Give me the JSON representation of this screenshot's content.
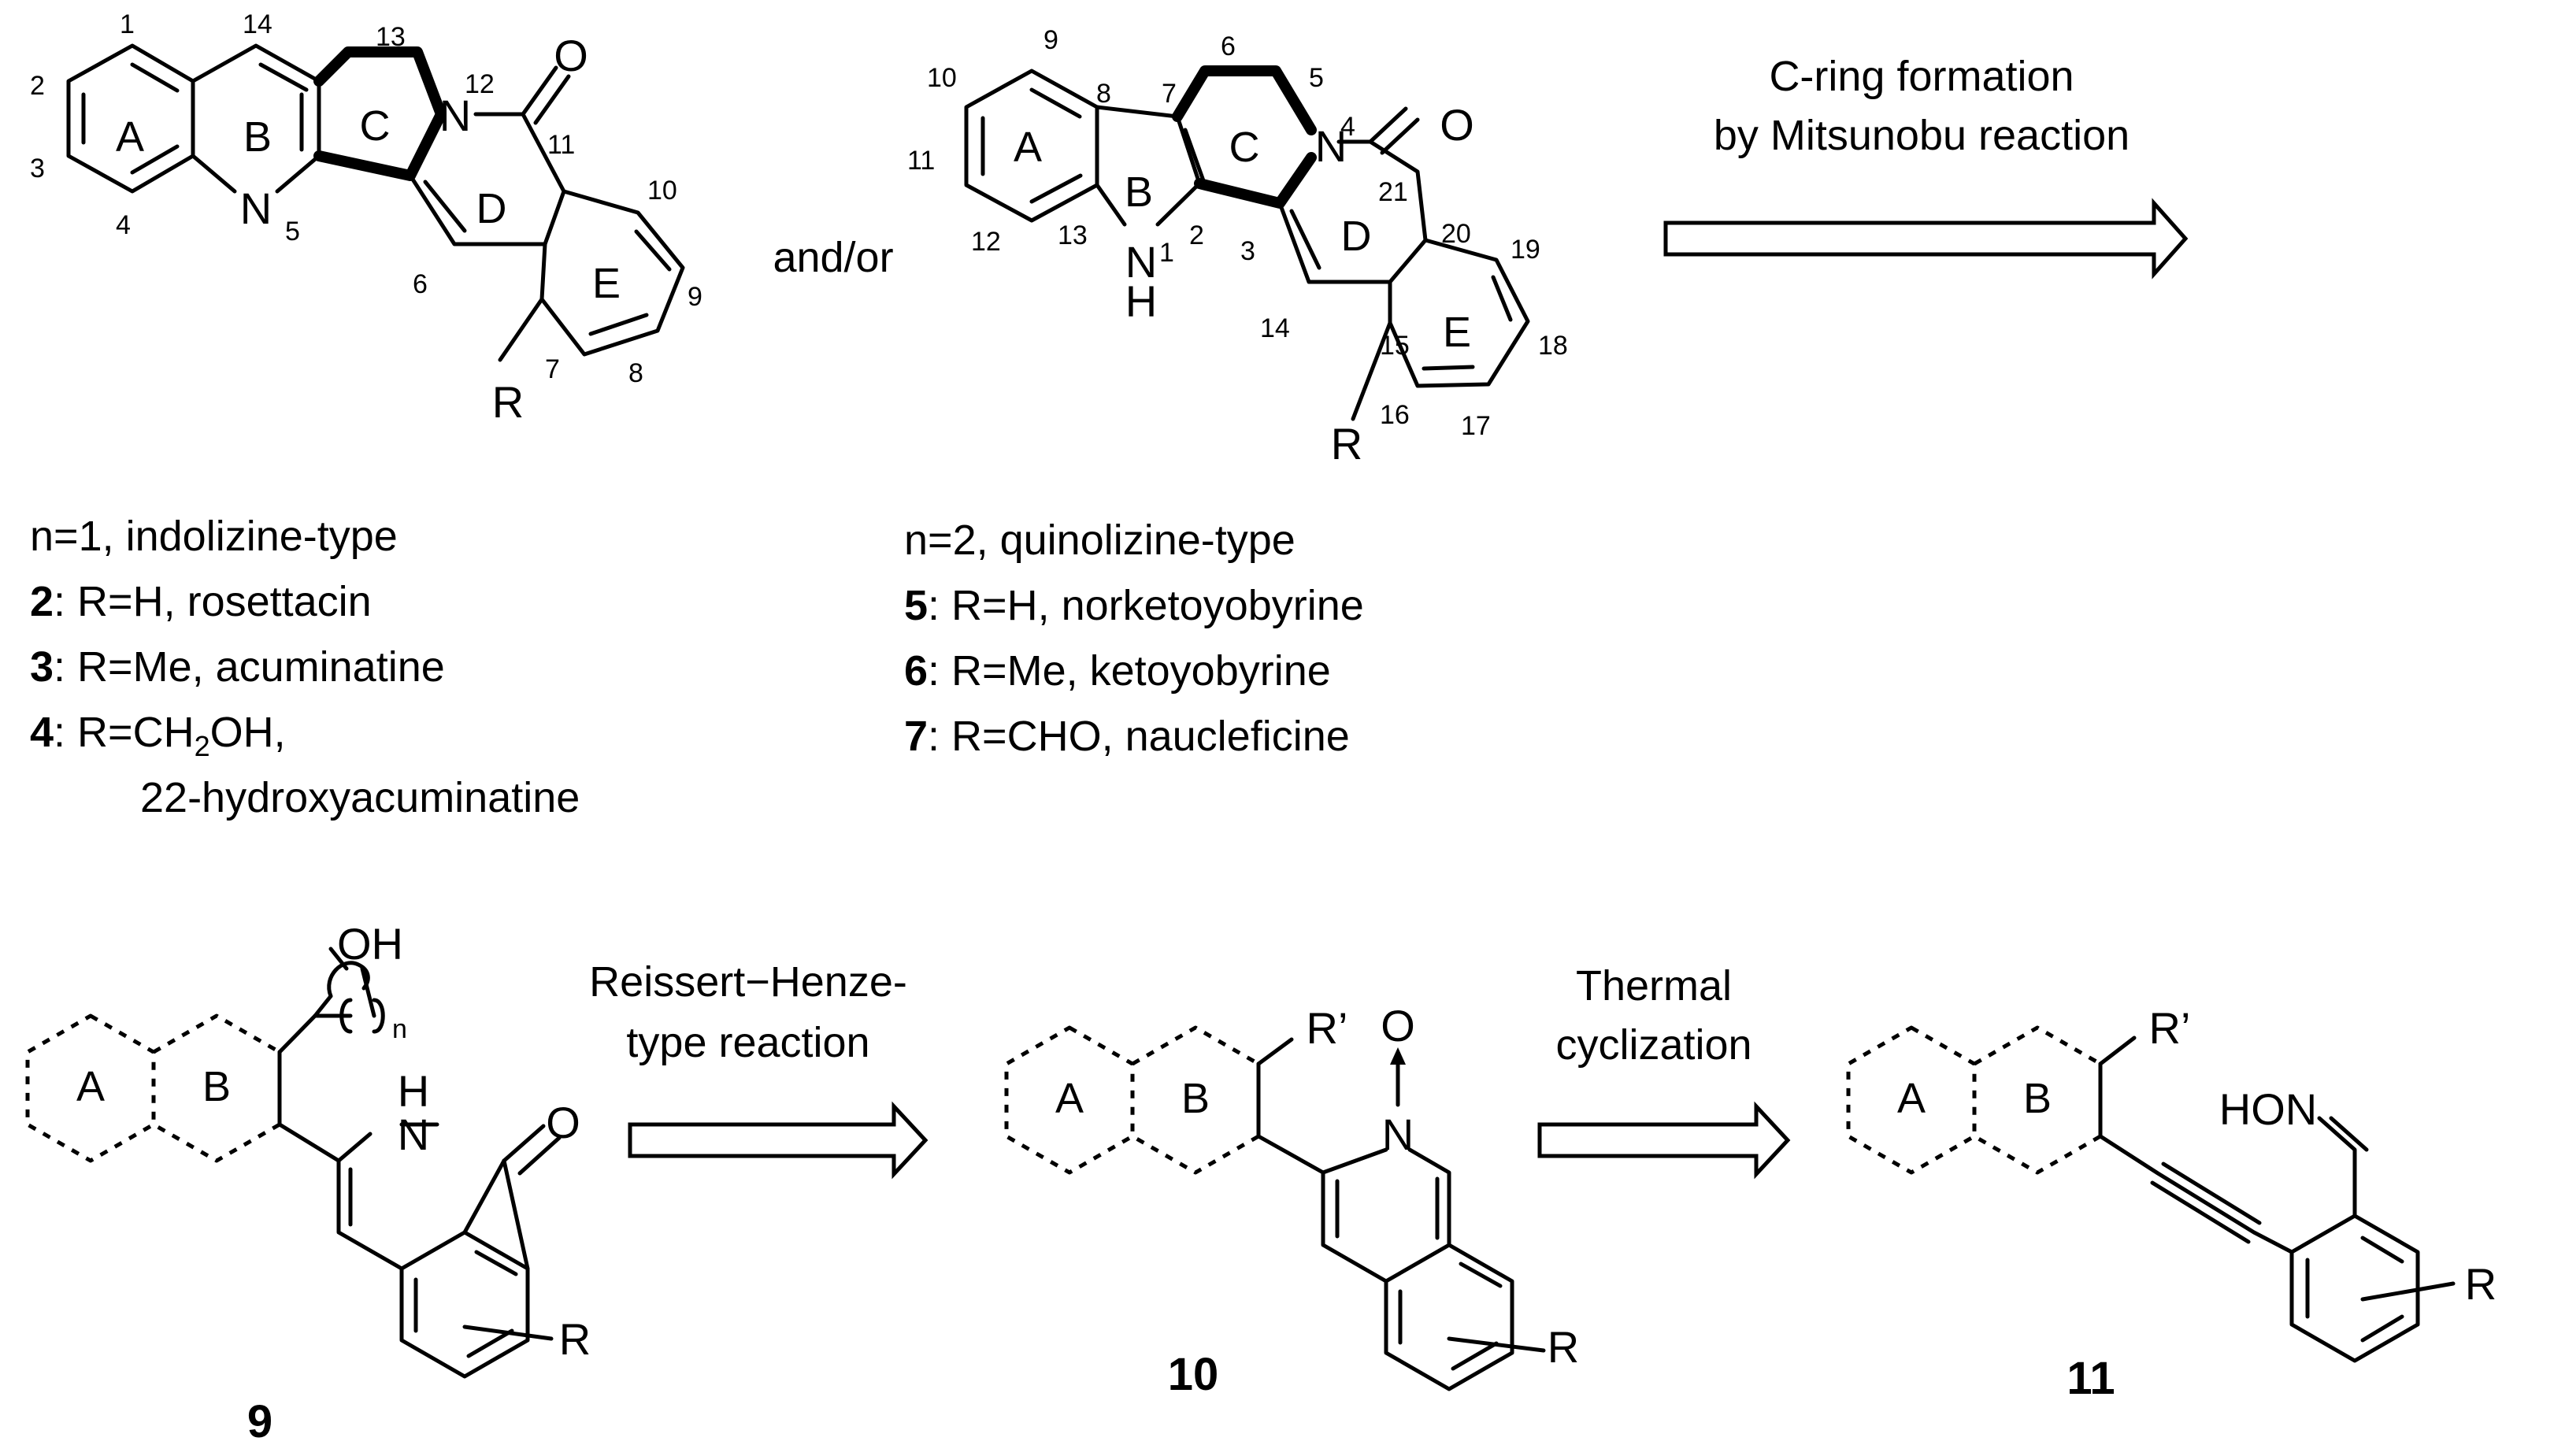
{
  "colors": {
    "ink": "#000000",
    "background": "#ffffff",
    "arrow_fill": "#ffffff"
  },
  "top_arrow_caption": [
    "C-ring formation",
    "by Mitsunobu reaction"
  ],
  "connector": "and/or",
  "indolizine": {
    "ring_labels": [
      "A",
      "B",
      "C",
      "D",
      "E"
    ],
    "atoms": {
      "n_ring": "N",
      "n_ring_num": "5",
      "n_lactam": "N",
      "n_lactam_num": "12",
      "oxygen": "O",
      "r": "R"
    },
    "numbering": [
      "1",
      "2",
      "3",
      "4",
      "14",
      "13",
      "11",
      "10",
      "9",
      "8",
      "7",
      "6"
    ]
  },
  "quinolizine": {
    "ring_labels": [
      "A",
      "B",
      "C",
      "D",
      "E"
    ],
    "atoms": {
      "nh": "N",
      "h": "H",
      "nh_num": "1",
      "n_lactam": "N",
      "n_lactam_num": "4",
      "oxygen": "O",
      "r": "R"
    },
    "numbering": [
      "9",
      "10",
      "11",
      "12",
      "13",
      "8",
      "7",
      "6",
      "5",
      "2",
      "3",
      "21",
      "20",
      "19",
      "18",
      "17",
      "16",
      "15",
      "14"
    ]
  },
  "legend_left": {
    "header": "n=1, indolizine-type",
    "entries": [
      {
        "num": "2",
        "text": ": R=H, rosettacin"
      },
      {
        "num": "3",
        "text": ": R=Me, acuminatine"
      },
      {
        "num": "4",
        "pre": ": R=CH",
        "sub": "2",
        "post": "OH,"
      }
    ],
    "continuation": "22-hydroxyacuminatine"
  },
  "legend_right": {
    "header": "n=2, quinolizine-type",
    "entries": [
      {
        "num": "5",
        "text": ": R=H, norketoyobyrine"
      },
      {
        "num": "6",
        "text": ": R=Me, ketoyobyrine"
      },
      {
        "num": "7",
        "text": ": R=CHO, naucleficine"
      }
    ]
  },
  "arrow1_caption": [
    "Reissert−Henze-",
    "type reaction"
  ],
  "arrow2_caption": [
    "Thermal",
    "cyclization"
  ],
  "compound9": {
    "label": "9",
    "ring_a": "A",
    "ring_b": "B",
    "oh": "OH",
    "n_sub": "n",
    "nh_n": "N",
    "nh_h": "H",
    "oxygen": "O",
    "r": "R"
  },
  "compound10": {
    "label": "10",
    "ring_a": "A",
    "ring_b": "B",
    "r_prime": "R’",
    "oxygen": "O",
    "nitrogen": "N",
    "r": "R"
  },
  "compound11": {
    "label": "11",
    "ring_a": "A",
    "ring_b": "B",
    "r_prime": "R’",
    "oxime": "HON",
    "r": "R"
  }
}
